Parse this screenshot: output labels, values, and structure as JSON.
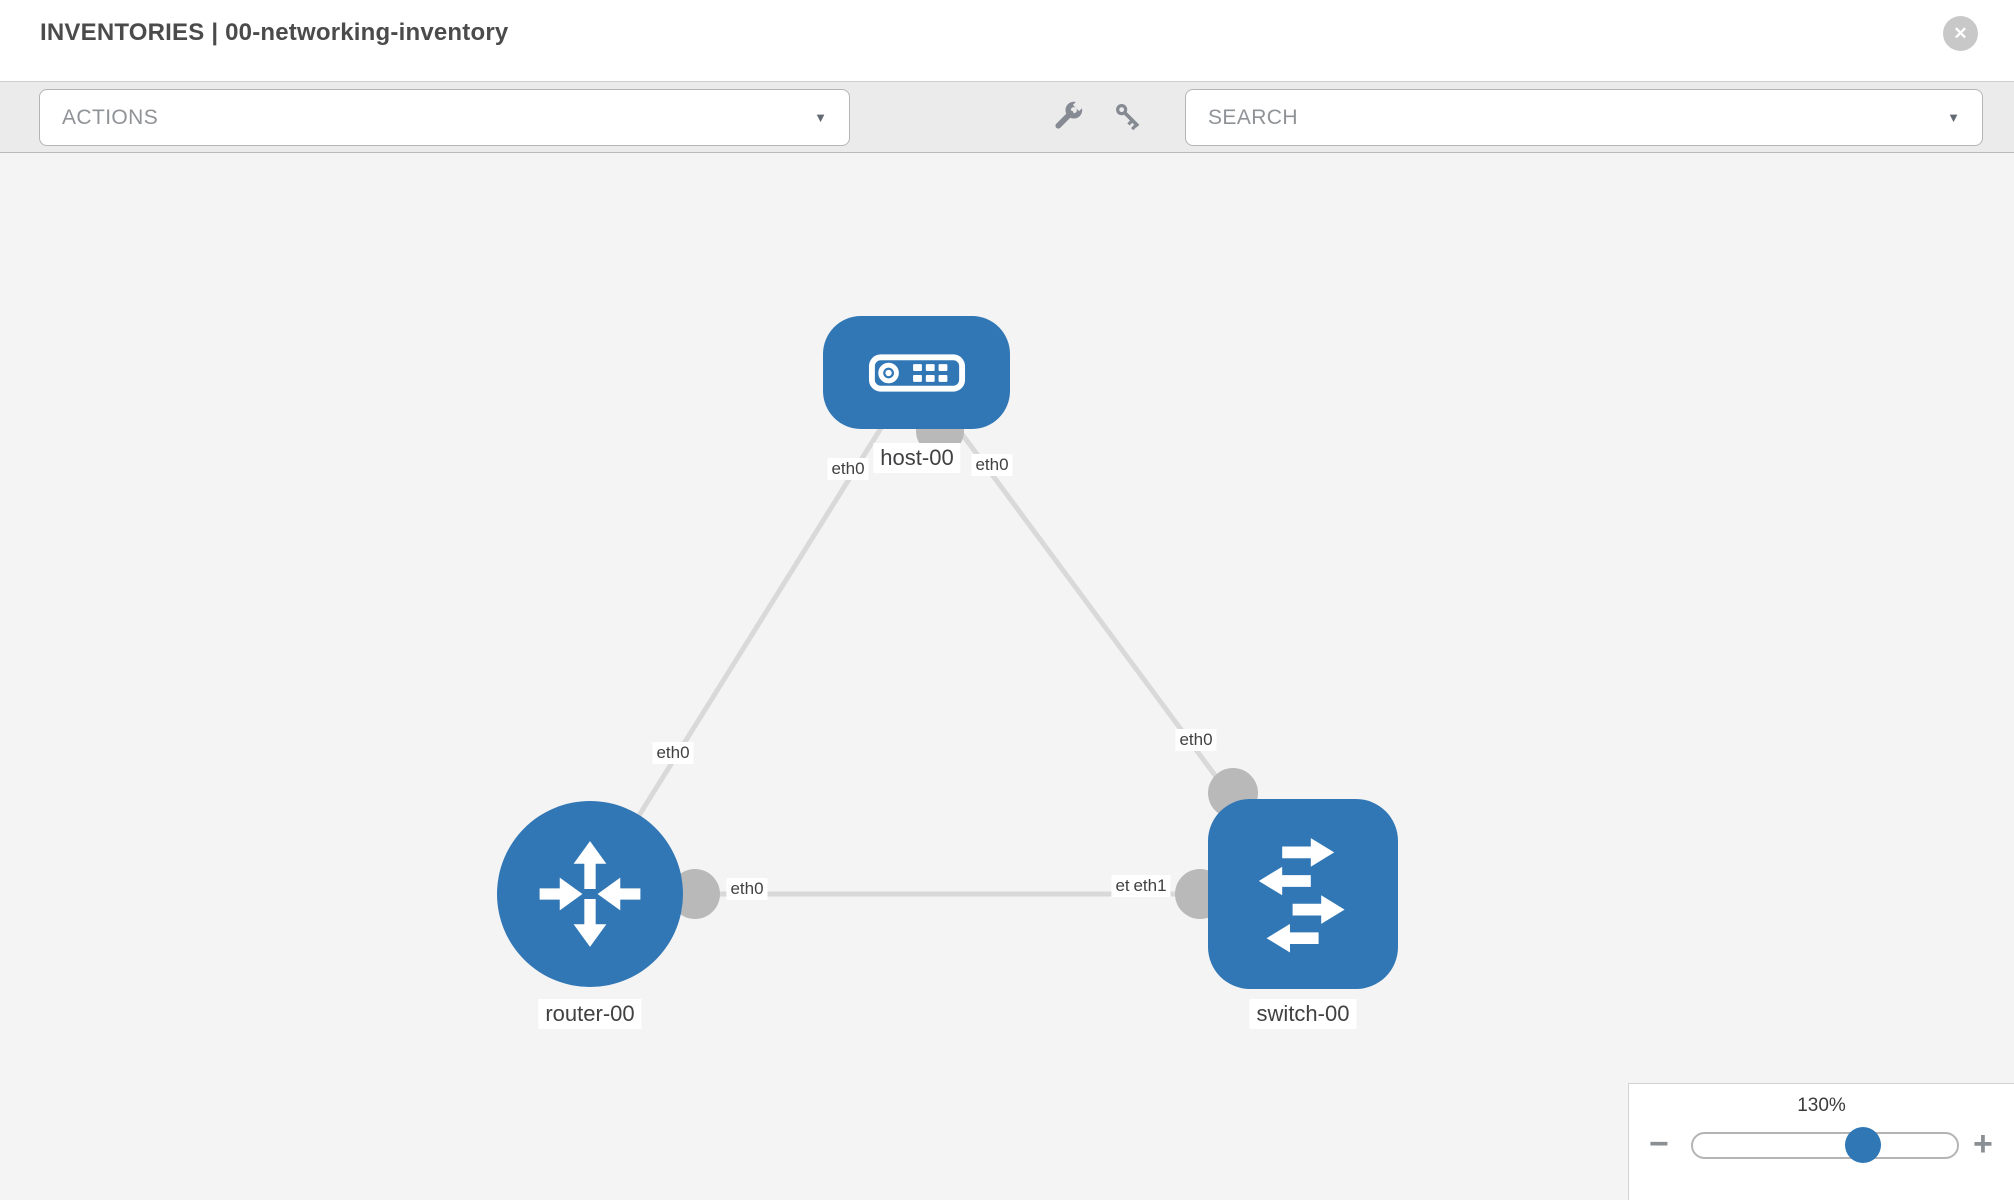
{
  "header": {
    "title": "INVENTORIES | 00-networking-inventory",
    "close_glyph": "✕"
  },
  "toolbar": {
    "actions_placeholder": "ACTIONS",
    "search_placeholder": "SEARCH",
    "dropdown_chevron": "▼"
  },
  "canvas": {
    "nodes": [
      {
        "label": "host-00",
        "type": "host"
      },
      {
        "label": "router-00",
        "type": "router"
      },
      {
        "label": "switch-00",
        "type": "switch"
      }
    ],
    "interface_labels": [
      "eth0",
      "eth0",
      "eth0",
      "eth0",
      "eth0",
      "eth0",
      "eth1"
    ],
    "links": [
      {
        "from": "host-00",
        "to": "router-00",
        "from_interface": "eth0",
        "to_interface": "eth0"
      },
      {
        "from": "host-00",
        "to": "switch-00",
        "from_interface": "eth0",
        "to_interface": "eth0"
      },
      {
        "from": "router-00",
        "to": "switch-00",
        "from_interface": "eth0",
        "to_interface": "eth1"
      }
    ]
  },
  "zoom_control": {
    "level": "130%",
    "zoom_out_glyph": "−",
    "zoom_in_glyph": "+"
  },
  "colors": {
    "node_blue": "#3177b5",
    "link_gray": "#d9d9d9",
    "dot_gray": "#b9b9b9",
    "toolbar_bg": "#ebebeb",
    "canvas_bg": "#f4f4f4"
  }
}
